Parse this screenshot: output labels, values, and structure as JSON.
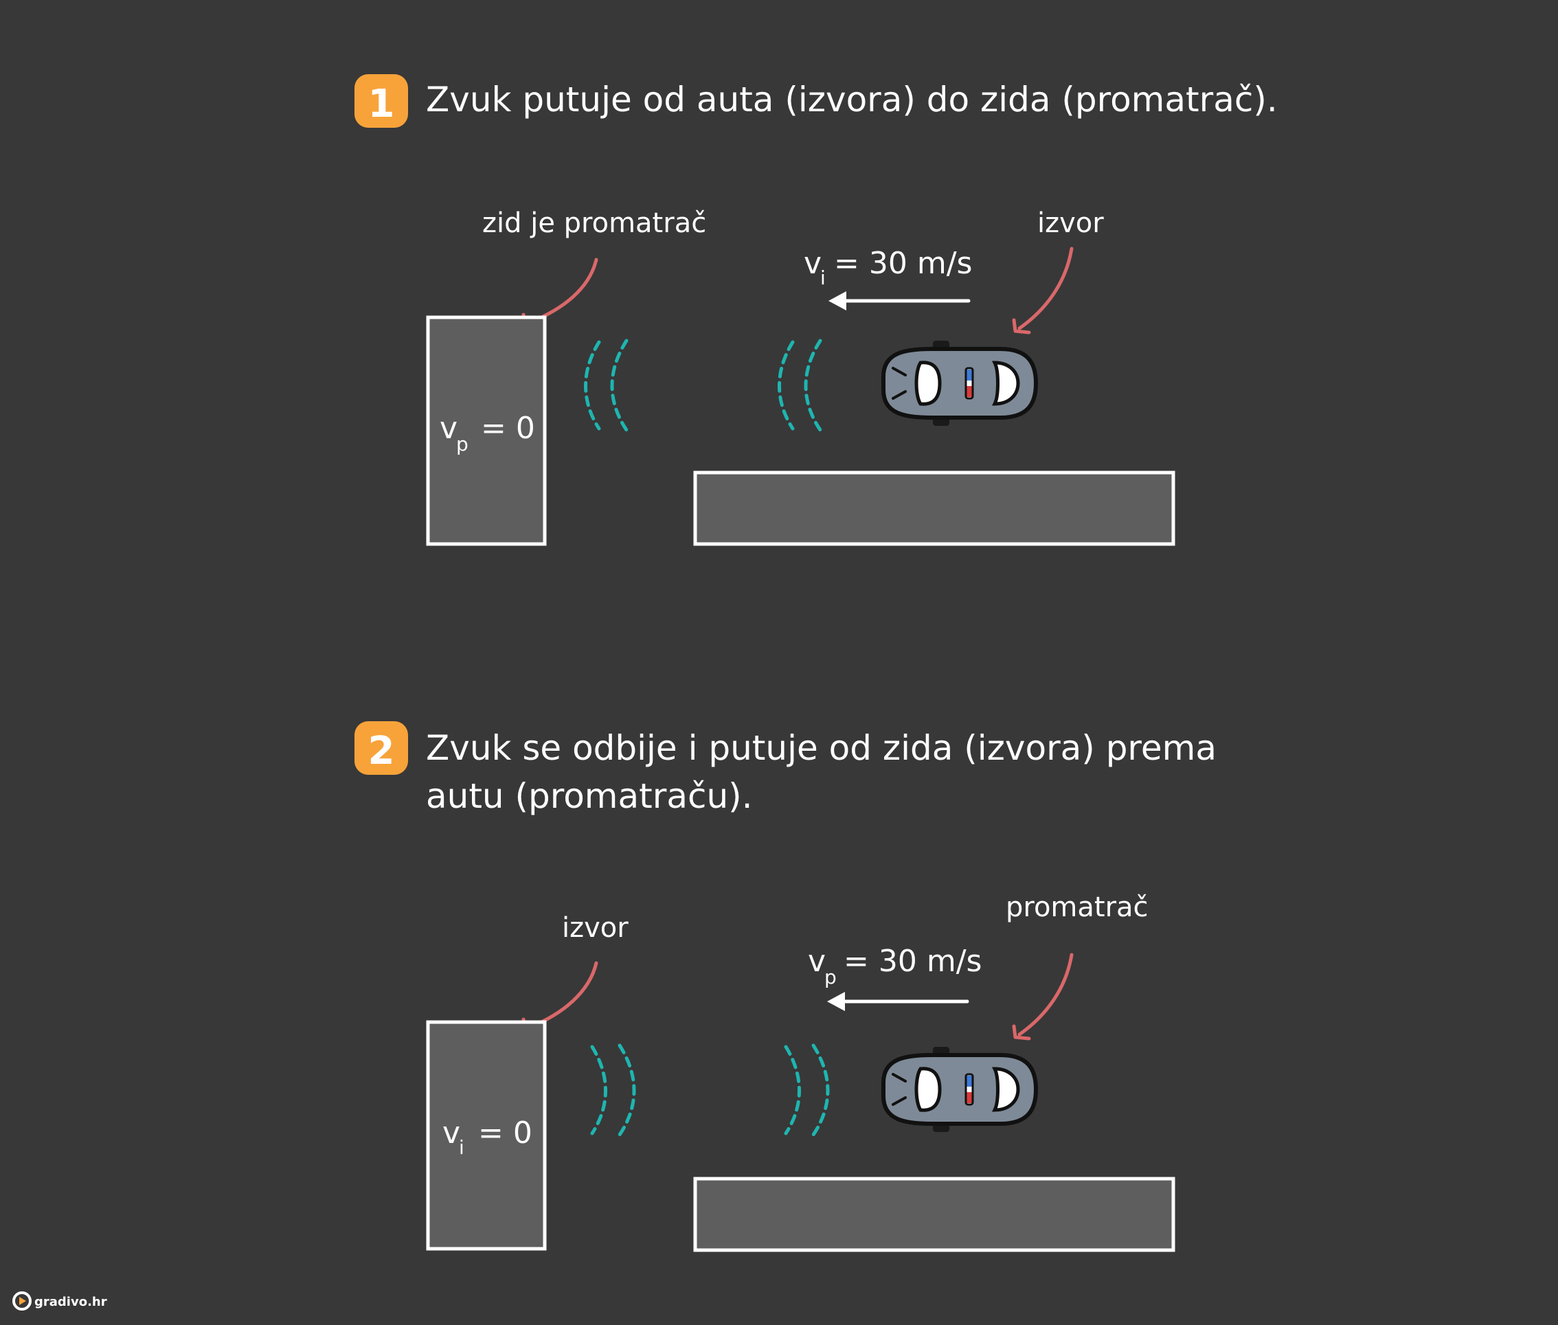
{
  "colors": {
    "background": "#383838",
    "badge": "#F7A33A",
    "pointer": "#D9686A",
    "wave": "#1FB5B0",
    "wall_fill": "#5E5E5E",
    "line": "#FFFFFF",
    "car_body": "#7E8A97",
    "siren_blue": "#3F7BD6",
    "siren_red": "#D93B3B"
  },
  "section1": {
    "badge": "1",
    "title": "Zvuk putuje od auta (izvora) do zida (promatrač).",
    "wall_label": "zid je promatrač",
    "wall_speed_symbol": "v",
    "wall_speed_sub": "p",
    "wall_speed_value": "= 0",
    "car_label": "izvor",
    "car_speed_symbol": "v",
    "car_speed_sub": "i",
    "car_speed_value": "= 30 m/s",
    "wave_direction": "left"
  },
  "section2": {
    "badge": "2",
    "title_line1": "Zvuk se odbije i putuje od zida (izvora) prema",
    "title_line2": "autu (promatraču).",
    "wall_label": "izvor",
    "wall_speed_symbol": "v",
    "wall_speed_sub": "i",
    "wall_speed_value": "= 0",
    "car_label": "promatrač",
    "car_speed_symbol": "v",
    "car_speed_sub": "p",
    "car_speed_value": "= 30 m/s",
    "wave_direction": "right"
  },
  "footer": {
    "logo_text": "gradivo.hr",
    "logo_icon": "play-circle-icon"
  }
}
